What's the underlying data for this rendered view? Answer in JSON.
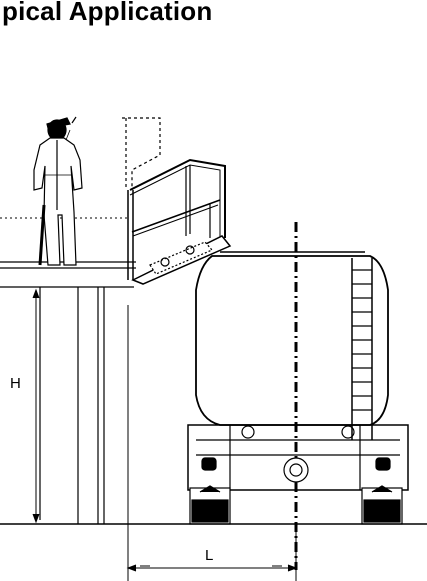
{
  "title": "pical Application",
  "labels": {
    "height": "H",
    "length": "L"
  },
  "colors": {
    "line": "#000000",
    "background": "#ffffff"
  }
}
